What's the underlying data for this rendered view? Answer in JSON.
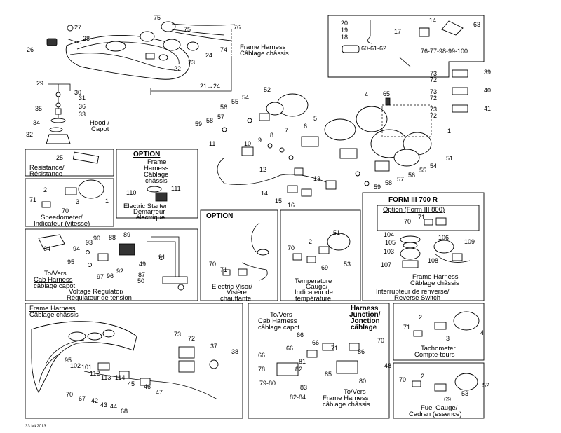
{
  "callouts": {
    "c75a": "75",
    "c76": "76",
    "c75b": "75",
    "c74": "74",
    "c24": "24",
    "c23": "23",
    "c22": "22",
    "c27": "27",
    "c28": "28",
    "c26": "26",
    "c29": "29",
    "c30": "30",
    "c31": "31",
    "c36": "36",
    "c35": "35",
    "c33": "33",
    "c34": "34",
    "c32": "32",
    "c21": "21→24",
    "c20": "20",
    "c19": "19",
    "c18": "18",
    "c14": "14",
    "c17": "17",
    "c63": "63",
    "c606162": "60-61-62",
    "c76799": "76-77-98-99-100",
    "c73a": "73",
    "c72a": "72",
    "c39": "39",
    "c73b": "73",
    "c72b": "72",
    "c40": "40",
    "c73c": "73",
    "c72c": "72",
    "c41": "41",
    "c52": "52",
    "c4": "4",
    "c65": "65",
    "c54a": "54",
    "c55a": "55",
    "c56a": "56",
    "c57a": "57",
    "c58a": "58",
    "c59a": "59",
    "c5": "5",
    "c6": "6",
    "c7": "7",
    "c8": "8",
    "c9": "9",
    "c10": "10",
    "c1": "1",
    "c11": "11",
    "c12": "12",
    "c13": "13",
    "c51": "51",
    "c54b": "54",
    "c55b": "55",
    "c56b": "56",
    "c57b": "57",
    "c58b": "58",
    "c59b": "59",
    "c14b": "14",
    "c15": "15",
    "c16": "16",
    "c25": "25",
    "c110": "110",
    "c111": "111",
    "c2s": "2",
    "c71s": "71",
    "c3s": "3",
    "c70s": "70",
    "c1s": "1",
    "c64": "64",
    "c94": "94",
    "c93": "93",
    "c90": "90",
    "c88": "88",
    "c89": "89",
    "c95": "95",
    "c92": "92",
    "c91": "91",
    "c97": "97",
    "c96": "96",
    "c87": "87",
    "c49": "49",
    "c50": "50",
    "c70v": "70",
    "c71v": "71",
    "c51t": "51",
    "c70t": "70",
    "c2t": "2",
    "c69t": "69",
    "c53t": "53",
    "c70r": "70",
    "c71r": "71",
    "c104": "104",
    "c106": "106",
    "c105": "105",
    "c109": "109",
    "c103": "103",
    "c107": "107",
    "c108": "108",
    "c73f": "73",
    "c72f": "72",
    "c37": "37",
    "c38": "38",
    "c95f": "95",
    "c102": "102",
    "c101": "101",
    "c112": "112",
    "c113": "113",
    "c114": "114",
    "c45": "45",
    "c46": "46",
    "c47": "47",
    "c70f": "70",
    "c67": "67",
    "c42": "42",
    "c43": "43",
    "c44": "44",
    "c68": "68",
    "c66a": "66",
    "c66b": "66",
    "c66c": "66",
    "c71j": "71",
    "c70j": "70",
    "c86": "86",
    "c48": "48",
    "c81": "81",
    "c82": "82",
    "c78": "78",
    "c85": "85",
    "c80": "80",
    "c83": "83",
    "c7980": "79-80",
    "c8284": "82-84",
    "c2h": "2",
    "c71h": "71",
    "c3h": "3",
    "c4h": "4",
    "c70g": "70",
    "c2g": "2",
    "c53g": "53",
    "c52g": "52",
    "c69g": "69"
  },
  "labels": {
    "frame_harness_1": "Frame Harness",
    "frame_harness_2": "Câblage châssis",
    "hood_1": "Hood /",
    "hood_2": "Capot",
    "resistance_1": "Resistance/",
    "resistance_2": "Résistance",
    "option_1": "OPTION",
    "opt_fh_1": "Frame",
    "opt_fh_2": "Harness",
    "opt_fh_3": "Câblage",
    "opt_fh_4": "châssis",
    "starter_1": "Electric Starter",
    "starter_2": "Démarreur",
    "starter_3": "électrique",
    "speedo_1": "Speedometer/",
    "speedo_2": "Indicateur (vitesse)",
    "to_vers": "To/Vers",
    "cab_harness": "Cab Harness",
    "cablage_capot": "câblage capot",
    "volt_1": "Voltage Regulator/",
    "volt_2": "Régulateur de tension",
    "option_2": "OPTION",
    "visor_1": "Electric Visor/",
    "visor_2": "Visière",
    "visor_3": "chauffante",
    "temp_1": "Temperature",
    "temp_2": "Gauge/",
    "temp_3": "Indicateur de",
    "temp_4": "température",
    "form_title": "FORM III 700 R",
    "form_option": "Option (Form III 800)",
    "form_fh_1": "Frame Harness",
    "form_fh_2": "Câblage châssis",
    "reverse_1": "Interrupteur de renverse/",
    "reverse_2": "Reverse Switch",
    "fh_bl_1": "Frame Harness",
    "fh_bl_2": "Câblage châssis",
    "junc_1": "Harness",
    "junc_2": "Junction/",
    "junc_3": "Jonction",
    "junc_4": "câblage",
    "junc_to": "To/Vers",
    "junc_cab": "Cab Harness",
    "junc_capot": "câblage capot",
    "junc_to2": "To/Vers",
    "junc_fh": "Frame Harness",
    "junc_fh2": "câblage châssis",
    "tacho_1": "Tachometer",
    "tacho_2": "Compte-tours",
    "fuel_1": "Fuel Gauge/",
    "fuel_2": "Cadran (essence)",
    "code": "33 Mk2013"
  }
}
